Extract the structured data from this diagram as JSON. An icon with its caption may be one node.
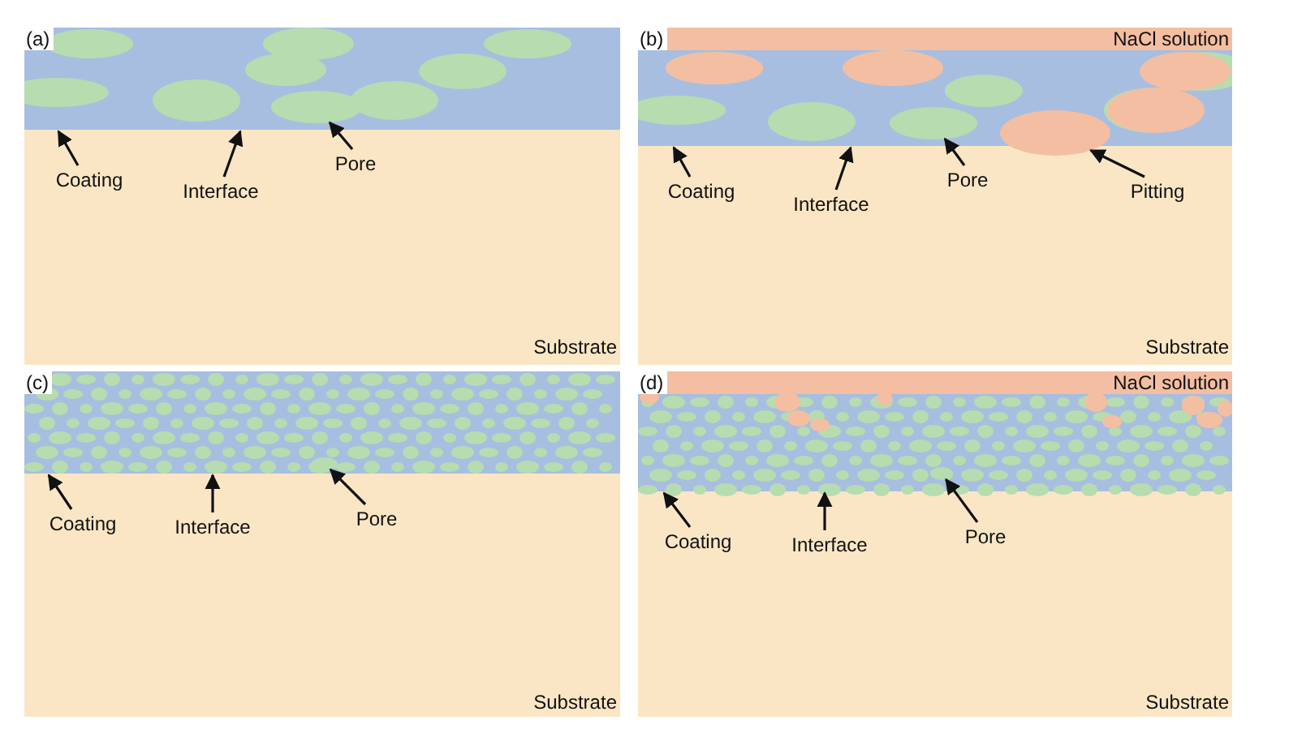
{
  "diagram": {
    "nodes": [
      {
        "text": [
          "Coating"
        ]
      },
      {
        "text": [
          "Interface"
        ]
      },
      {
        "text": [
          "Pore"
        ]
      },
      {
        "text": [],
        "shape": "bar"
      },
      {
        "text": [],
        "shape": "circle",
        "in": 3
      },
      {
        "text": [
          "Coating"
        ]
      },
      {
        "text": [
          "Interface"
        ]
      },
      {
        "text": [
          "Pore"
        ]
      },
      {
        "text": [
          "Pitting"
        ]
      },
      {
        "text": [],
        "shape": "bar"
      },
      {
        "text": [],
        "shape": "circle",
        "in": 9
      },
      {
        "text": [],
        "shape": "circle"
      },
      {
        "text": [
          "Coating"
        ]
      },
      {
        "text": [
          "Interface"
        ]
      },
      {
        "text": [
          "Pore"
        ]
      },
      {
        "text": [],
        "shape": "bar"
      },
      {
        "text": [],
        "shape": "circle",
        "in": 15
      },
      {
        "text": [
          "Coating"
        ]
      },
      {
        "text": [
          "Interface"
        ]
      },
      {
        "text": [
          "Pore"
        ]
      },
      {
        "text": [],
        "shape": "bar"
      },
      {
        "text": [],
        "shape": "circle",
        "in": 20
      }
    ],
    "edges": [
      {
        "from": 0,
        "to": 3,
        "arrow": "to"
      },
      {
        "from": 1,
        "to": 3,
        "arrow": "to"
      },
      {
        "from": 2,
        "to": 4,
        "arrow": "to"
      },
      {
        "from": 5,
        "to": 9,
        "arrow": "to"
      },
      {
        "from": 6,
        "to": 9,
        "arrow": "to"
      },
      {
        "from": 7,
        "to": 10,
        "arrow": "to"
      },
      {
        "from": 8,
        "to": 11,
        "arrow": "to"
      },
      {
        "from": 12,
        "to": 15,
        "arrow": "to"
      },
      {
        "from": 13,
        "to": 15,
        "arrow": "to"
      },
      {
        "from": 14,
        "to": 16,
        "arrow": "to"
      },
      {
        "from": 17,
        "to": 20,
        "arrow": "to"
      },
      {
        "from": 18,
        "to": 20,
        "arrow": "to"
      },
      {
        "from": 19,
        "to": 21,
        "arrow": "to"
      }
    ],
    "labels": [
      "(a)",
      "Substrate",
      "(b)",
      "NaCl solution",
      "Substrate",
      "(c)",
      "Substrate",
      "(d)",
      "NaCl solution",
      "Substrate"
    ]
  }
}
